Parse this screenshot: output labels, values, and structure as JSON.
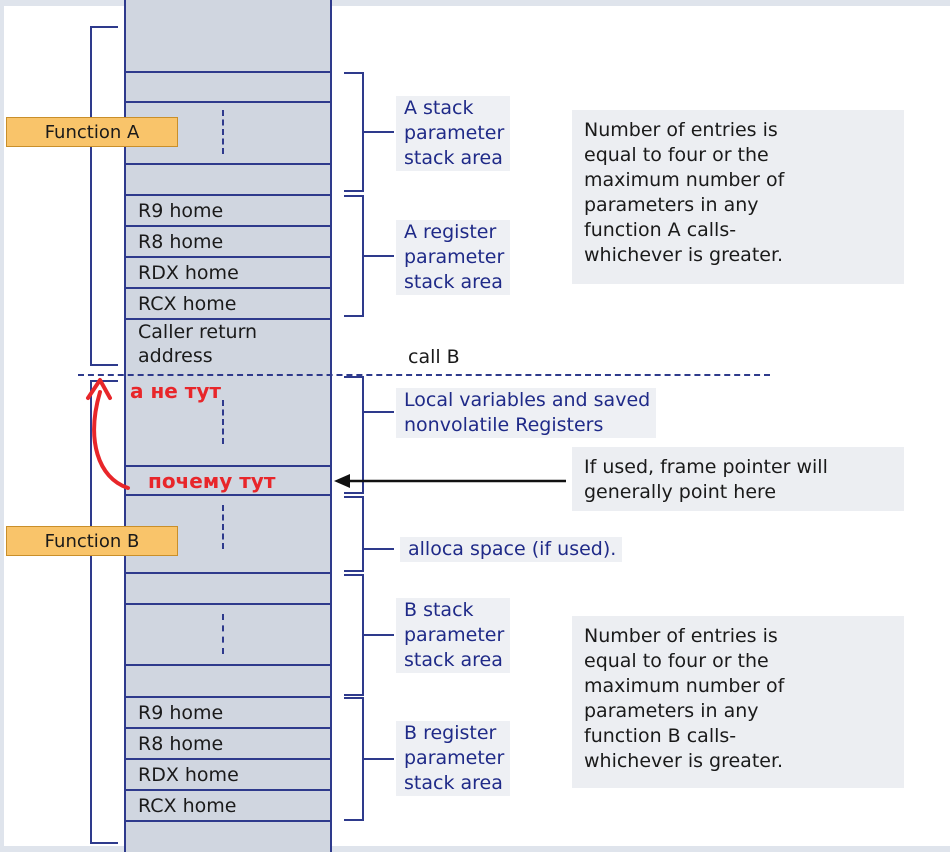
{
  "functions": {
    "a_tag": "Function A",
    "b_tag": "Function B"
  },
  "stack_a": {
    "r9": "R9 home",
    "r8": "R8 home",
    "rdx": "RDX home",
    "rcx": "RCX home",
    "caller_line1": "Caller return",
    "caller_line2": "address"
  },
  "stack_b": {
    "r9": "R9 home",
    "r8": "R8 home",
    "rdx": "RDX home",
    "rcx": "RCX home"
  },
  "labels": {
    "a_stack_param": [
      "A stack",
      "parameter",
      "stack area"
    ],
    "a_register_param": [
      "A register",
      "parameter",
      "stack area"
    ],
    "local_vars": [
      "Local variables and saved",
      "nonvolatile Registers"
    ],
    "alloca": "alloca space (if used).",
    "b_stack_param": [
      "B stack",
      "parameter",
      "stack area"
    ],
    "b_register_param": [
      "B register",
      "parameter",
      "stack area"
    ],
    "call_b": "call B"
  },
  "notes": {
    "a_entries": [
      "Number of entries is",
      "equal to four or the",
      "maximum number of",
      "parameters in any",
      "function A calls-",
      "whichever is greater."
    ],
    "frame_pointer": [
      "If used, frame pointer will",
      "generally point here"
    ],
    "b_entries": [
      "Number of entries is",
      "equal to four or the",
      "maximum number of",
      "parameters in any",
      "function B calls-",
      "whichever is greater."
    ]
  },
  "annotations": {
    "not_here": "а не тут",
    "why_here": "почему тут"
  },
  "colors": {
    "stack_fill": "#d0d6e0",
    "line": "#2e3a8c",
    "tag_fill": "#f9c46a",
    "label_text": "#1f2a88",
    "annotation_red": "#e8262a"
  }
}
